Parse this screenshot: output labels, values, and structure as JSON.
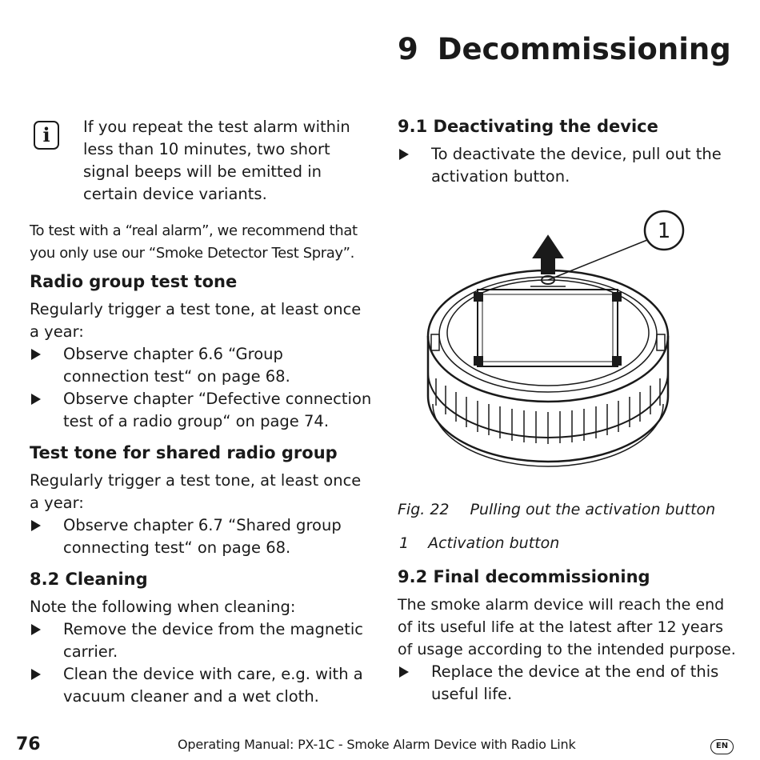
{
  "chapter": {
    "number": "9",
    "title": "Decommissioning"
  },
  "left": {
    "note_icon": "info-icon",
    "note_text": "If you repeat the test alarm within less than 10 minutes, two short signal beeps will be emitted in certain device variants.",
    "real_alarm_text": "To test with a “real alarm”, we recommend that you only use our “Smoke Detector Test Spray”.",
    "radio_group": {
      "heading": "Radio group test tone",
      "intro": "Regularly trigger a test tone, at least once a year:",
      "bullets": [
        "Observe chapter 6.6 “Group connection test“ on page 68.",
        "Observe chapter “Defective connection test of a radio group“ on page 74."
      ]
    },
    "shared_group": {
      "heading": "Test tone for shared radio group",
      "intro": "Regularly trigger a test tone, at least once a year:",
      "bullets": [
        "Observe chapter 6.7 “Shared group connecting test“ on page 68."
      ]
    },
    "cleaning": {
      "heading": "8.2 Cleaning",
      "intro": "Note the following when cleaning:",
      "bullets": [
        "Remove the device from the magnetic carrier.",
        "Clean the device with care, e.g. with a vacuum cleaner and a wet cloth."
      ]
    }
  },
  "right": {
    "deactivating": {
      "heading": "9.1 Deactivating the device",
      "bullets": [
        "To deactivate the device, pull out the activation button."
      ]
    },
    "figure": {
      "callout_label": "1",
      "caption_number": "Fig. 22",
      "caption_text": "Pulling out the activation button",
      "legend_number": "1",
      "legend_text": "Activation button"
    },
    "final": {
      "heading": "9.2 Final decommissioning",
      "text": "The smoke alarm device will reach the end of its useful life at the latest after 12 years of usage according to the intended purpose.",
      "bullets": [
        "Replace the device at the end of this useful life."
      ]
    }
  },
  "footer": {
    "page_number": "76",
    "title": "Operating Manual: PX-1C - Smoke Alarm Device with Radio Link",
    "language": "EN"
  }
}
